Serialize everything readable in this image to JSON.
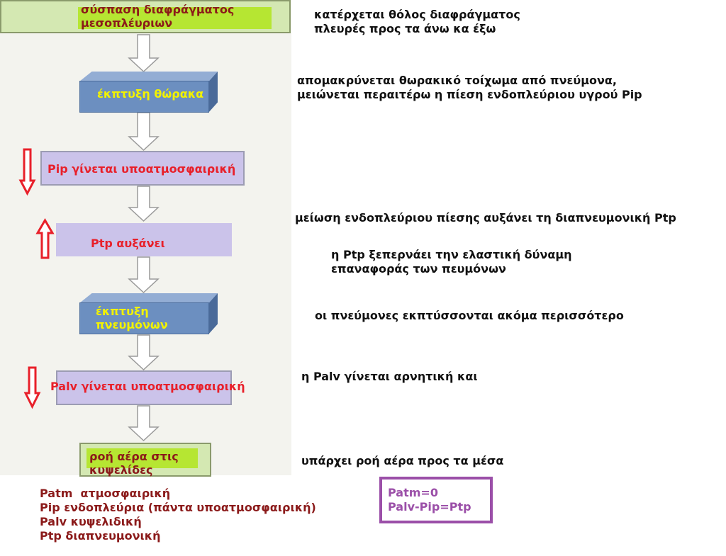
{
  "flow": {
    "step1": {
      "line1": "σύσπαση διαφράγματος",
      "line2": "μεσοπλέυριων"
    },
    "step2": "έκπτυξη θώρακα",
    "step3": "Pip γίνεται υποατμοσφαιρική",
    "step4": "Ptp αυξάνει",
    "step5": {
      "line1": "έκπτυξη",
      "line2": "πνευμόνων"
    },
    "step6": "Palv γίνεται υποατμοσφαιρική",
    "step7": {
      "line1": "ροή αέρα στις",
      "line2": "κυψελίδες"
    }
  },
  "notes": {
    "n1": {
      "line1": "κατέρχεται θόλος διαφράγματος",
      "line2": "πλευρές προς τα άνω κα έξω"
    },
    "n2": {
      "line1": "απομακρύνεται θωρακικό τοίχωμα από πνεύμονα,",
      "line2": "μειώνεται περαιτέρω η πίεση ενδοπλεύριου υγρού Pip"
    },
    "n3": "μείωση ενδοπλεύριου πίεσης αυξάνει τη διαπνευμονική Ptp",
    "n4": {
      "line1": "η Ptp ξεπερνάει την ελαστική δύναμη",
      "line2": "επαναφοράς των πευμόνων"
    },
    "n5": "οι πνεύμονες εκπτύσσονται ακόμα περισσότερο",
    "n6": "η Palv γίνεται αρνητική και",
    "n7": "υπάρχει ροή αέρα προς τα μέσα"
  },
  "legend": {
    "l1": "Patm  ατμοσφαιρική",
    "l2": "Pip ενδοπλεύρια (πάντα υποατμοσφαιρική)",
    "l3": "Palv κυψελιδική",
    "l4": "Ptp διαπνευμονική"
  },
  "formula": {
    "line1": "Patm=0",
    "line2": "Palv-Pip=Ptp"
  },
  "indicators": {
    "pip": "arrow-down",
    "ptp": "arrow-up",
    "palv": "arrow-down"
  },
  "colors": {
    "maroon": "#8b1a1a",
    "yellow": "#f2f200",
    "red": "#e8202a",
    "purple": "#9b4fa8",
    "lime": "#b6e632",
    "lavender": "#cbc3ea",
    "blue": "#6c8fc0"
  }
}
